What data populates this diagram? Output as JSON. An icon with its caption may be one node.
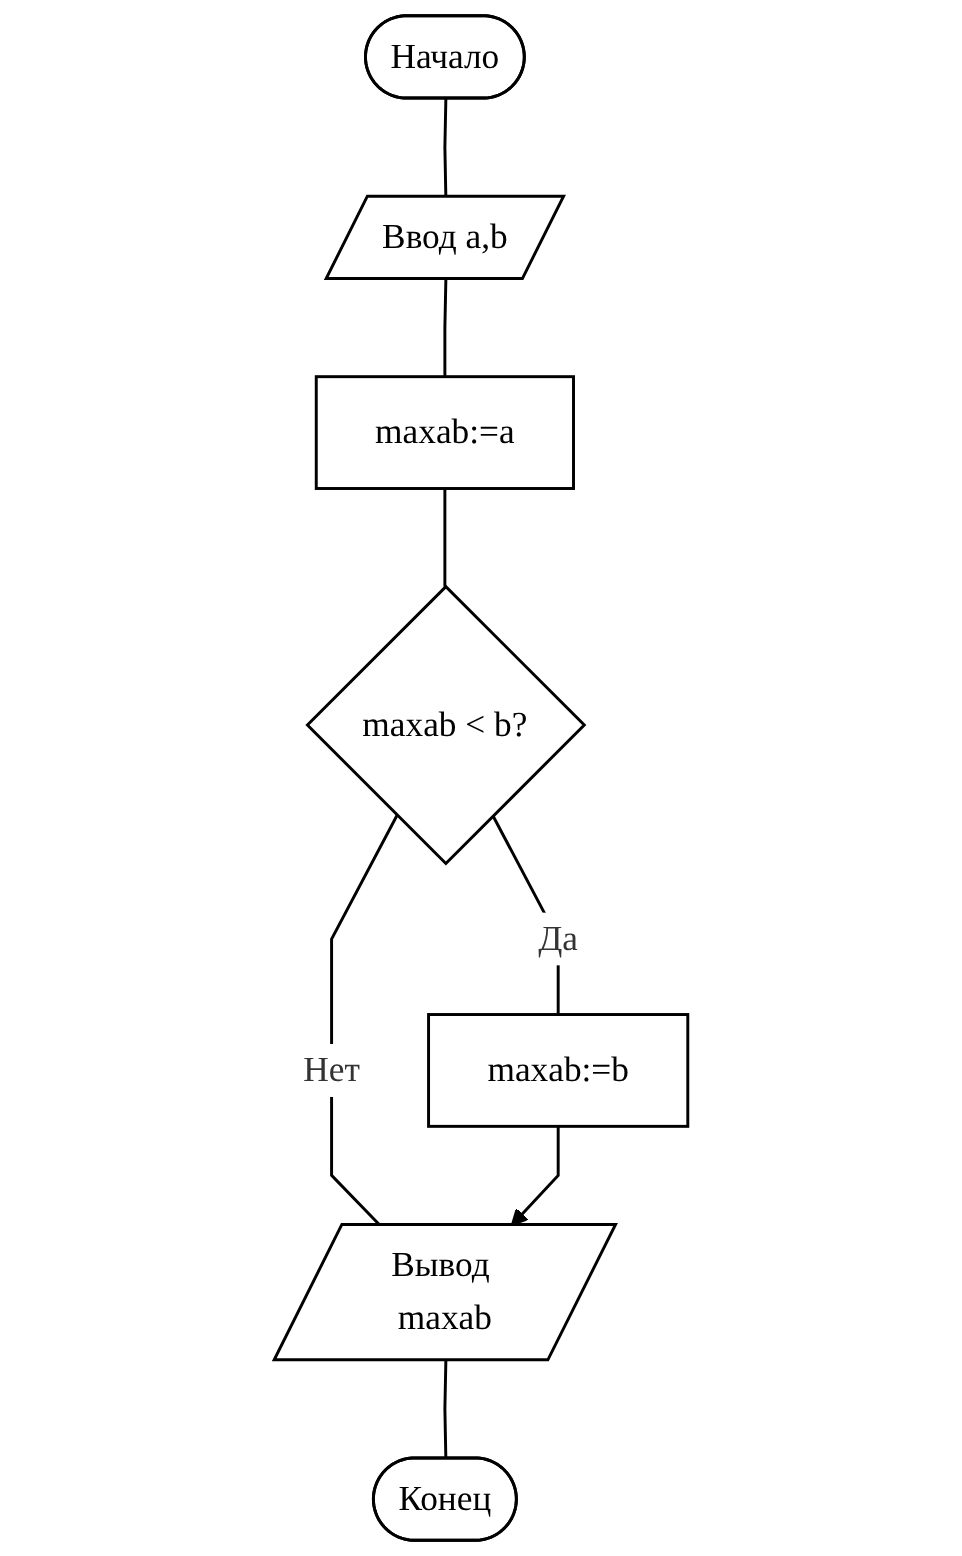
{
  "diagram": {
    "nodes": [
      {
        "text": [
          "Начало"
        ]
      },
      {
        "text": [
          "Ввод a,b"
        ]
      },
      {
        "text": [
          "maxab:=a"
        ]
      },
      {
        "text": [
          "maxab < b?"
        ]
      },
      {
        "text": [
          "maxab:=b"
        ]
      },
      {
        "text": [
          "Вывод maxab"
        ]
      },
      {
        "text": [
          "Конец"
        ]
      }
    ],
    "edges": [
      {
        "from": 0,
        "to": 1,
        "arrow": "none"
      },
      {
        "from": 1,
        "to": 2,
        "arrow": "none"
      },
      {
        "from": 2,
        "to": 3,
        "arrow": "none"
      },
      {
        "from": 3,
        "to": 4,
        "arrow": "none",
        "label": "Да"
      },
      {
        "from": 3,
        "to": 5,
        "arrow": "none",
        "label": "Нет"
      },
      {
        "from": 4,
        "to": 5,
        "arrow": "to"
      },
      {
        "from": 5,
        "to": 6,
        "arrow": "none"
      }
    ]
  }
}
